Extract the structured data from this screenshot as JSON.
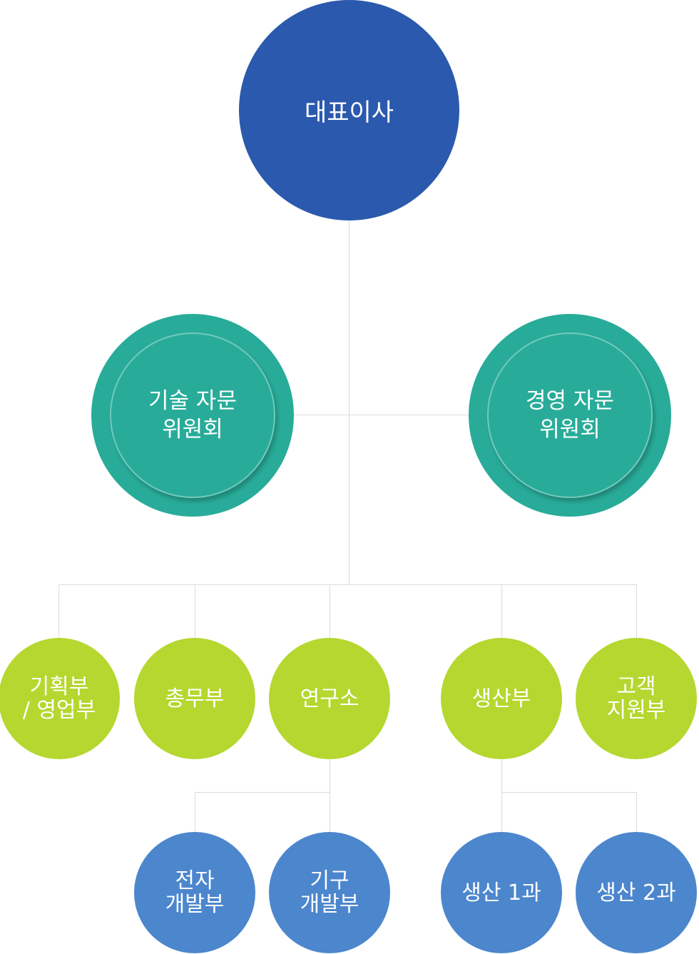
{
  "colors": {
    "ceo": "#2b59ad",
    "committee": "#28ac99",
    "department": "#b5d72f",
    "sub_team": "#4c86cd",
    "connector": "#dcdcdc"
  },
  "ceo": {
    "label": "대표이사"
  },
  "committees": [
    {
      "label": "기술 자문\n위원회"
    },
    {
      "label": "경영 자문\n위원회"
    }
  ],
  "departments": [
    {
      "label": "기획부\n/ 영업부"
    },
    {
      "label": "총무부"
    },
    {
      "label": "연구소"
    },
    {
      "label": "생산부"
    },
    {
      "label": "고객\n지원부"
    }
  ],
  "sub_teams": [
    {
      "label": "전자\n개발부"
    },
    {
      "label": "기구\n개발부"
    },
    {
      "label": "생산 1과"
    },
    {
      "label": "생산 2과"
    }
  ]
}
